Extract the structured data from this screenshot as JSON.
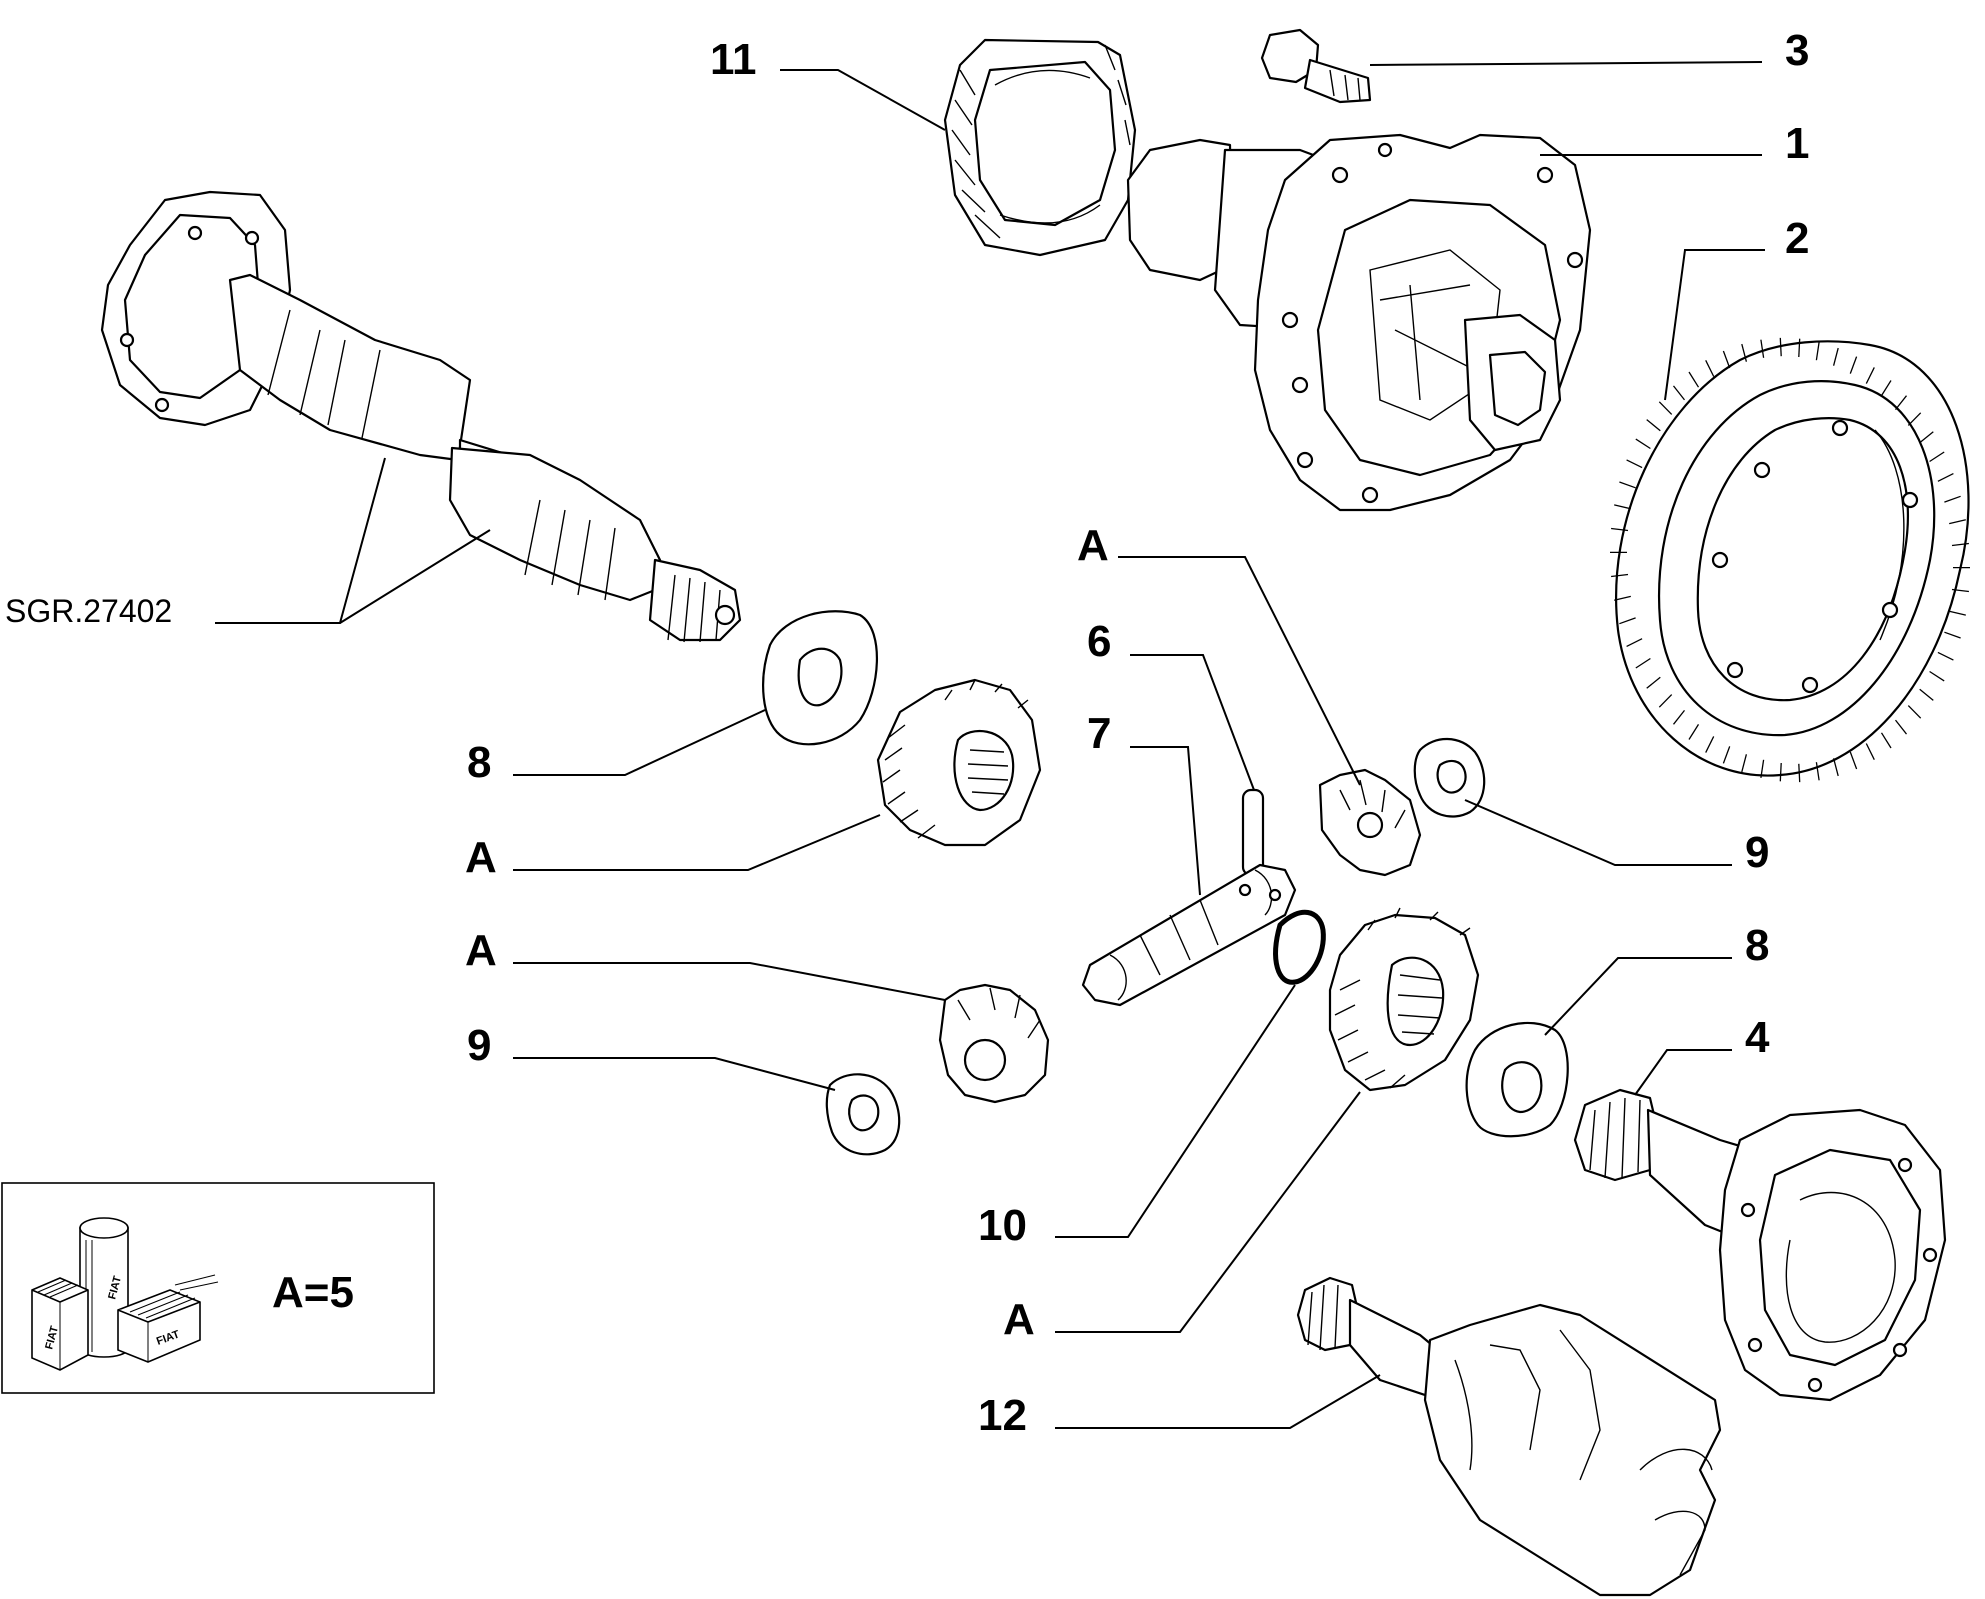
{
  "callouts": [
    {
      "id": "c11",
      "text": "11"
    },
    {
      "id": "c3",
      "text": "3"
    },
    {
      "id": "c1",
      "text": "1"
    },
    {
      "id": "c2",
      "text": "2"
    },
    {
      "id": "cA1",
      "text": "A"
    },
    {
      "id": "c6",
      "text": "6"
    },
    {
      "id": "c7",
      "text": "7"
    },
    {
      "id": "c8a",
      "text": "8"
    },
    {
      "id": "cA2",
      "text": "A"
    },
    {
      "id": "cA3",
      "text": "A"
    },
    {
      "id": "c9a",
      "text": "9"
    },
    {
      "id": "c9b",
      "text": "9"
    },
    {
      "id": "c8b",
      "text": "8"
    },
    {
      "id": "c4",
      "text": "4"
    },
    {
      "id": "c10",
      "text": "10"
    },
    {
      "id": "cA4",
      "text": "A"
    },
    {
      "id": "c12",
      "text": "12"
    }
  ],
  "reference_code": "SGR.27402",
  "legend": {
    "quantity_text": "A=5",
    "brand_marks": [
      "FIAT",
      "FIAT",
      "FIAT"
    ]
  }
}
